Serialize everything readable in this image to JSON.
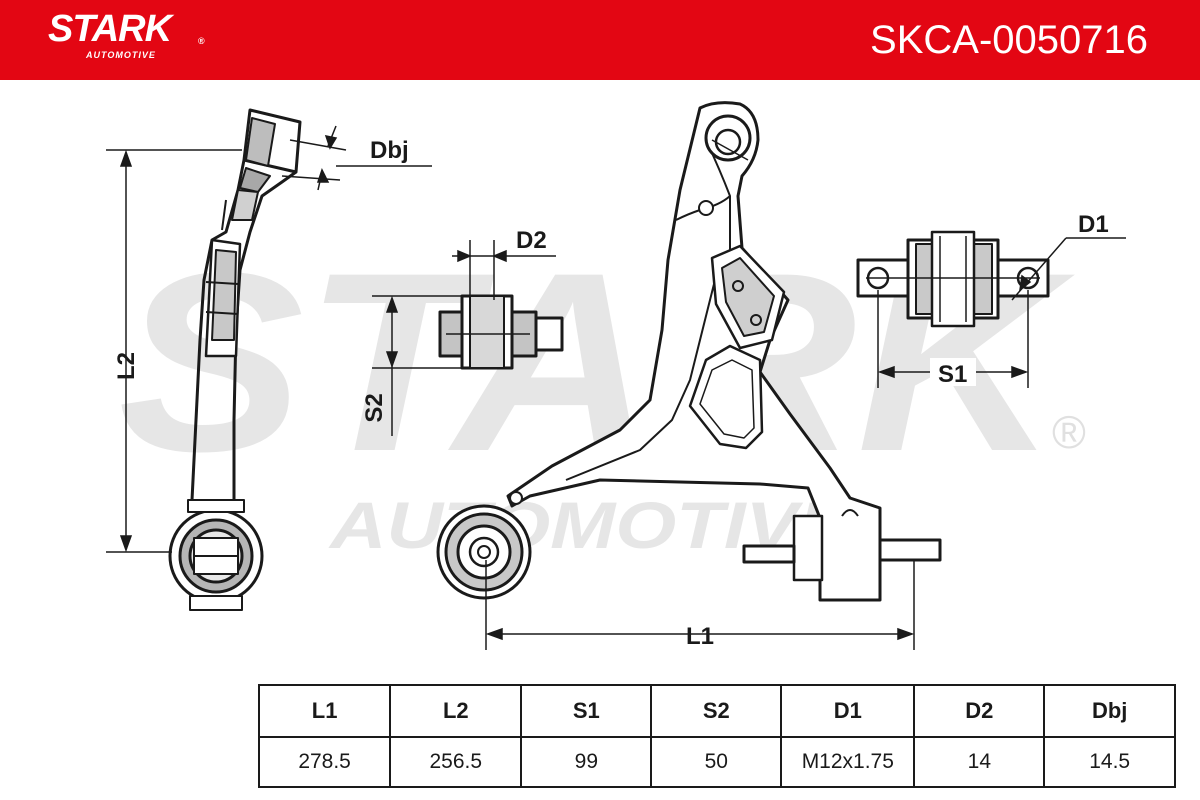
{
  "header": {
    "brand": "STARK",
    "brand_sub": "AUTOMOTIVE",
    "brand_reg": "®",
    "part_number": "SKCA-0050716",
    "background_color": "#e30613"
  },
  "watermark": {
    "main": "STARK",
    "sub": "AUTOMOTIVE",
    "reg": "®"
  },
  "dimension_labels": {
    "dbj": "Dbj",
    "d2": "D2",
    "d1": "D1",
    "l2": "L2",
    "s2": "S2",
    "s1": "S1",
    "l1": "L1"
  },
  "table": {
    "headers": [
      "L1",
      "L2",
      "S1",
      "S2",
      "D1",
      "D2",
      "Dbj"
    ],
    "values": [
      "278.5",
      "256.5",
      "99",
      "50",
      "M12x1.75",
      "14",
      "14.5"
    ]
  }
}
